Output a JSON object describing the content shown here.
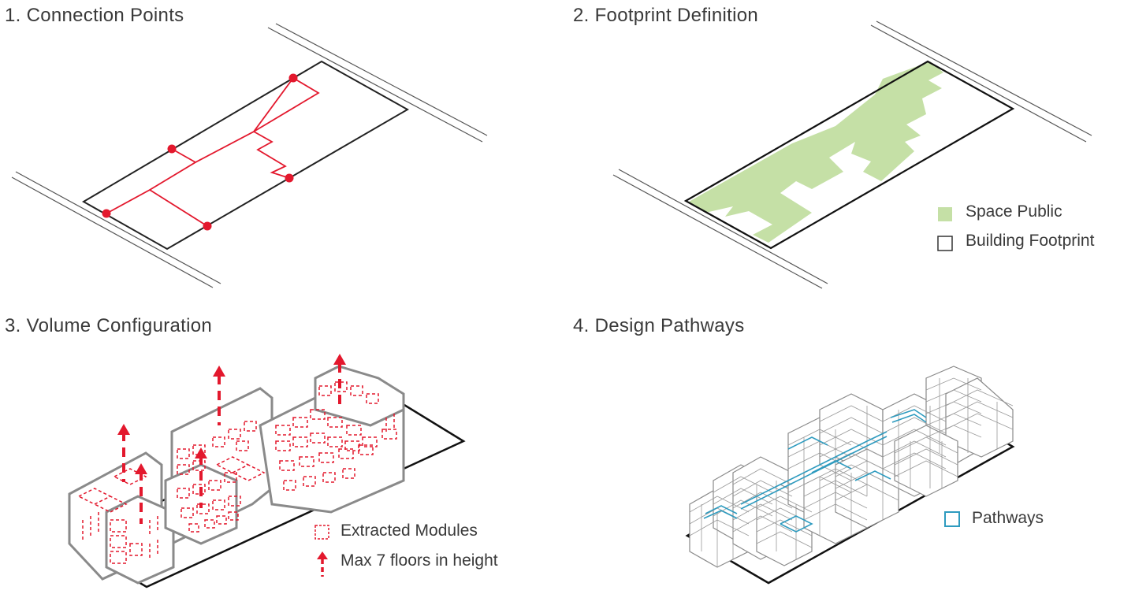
{
  "panels": {
    "p1": {
      "title": "1. Connection Points"
    },
    "p2": {
      "title": "2. Footprint Definition"
    },
    "p3": {
      "title": "3. Volume Configuration"
    },
    "p4": {
      "title": "4. Design Pathways"
    }
  },
  "legends": {
    "space_public": "Space Public",
    "building_footprint": "Building Footprint",
    "extracted_modules": "Extracted Modules",
    "max_floors": "Max 7 floors in height",
    "pathways": "Pathways"
  },
  "colors": {
    "red": "#e3182d",
    "green": "#c5e0a6",
    "blue": "#2e9bbf",
    "line": "#222222",
    "gray": "#8a8a8a"
  }
}
